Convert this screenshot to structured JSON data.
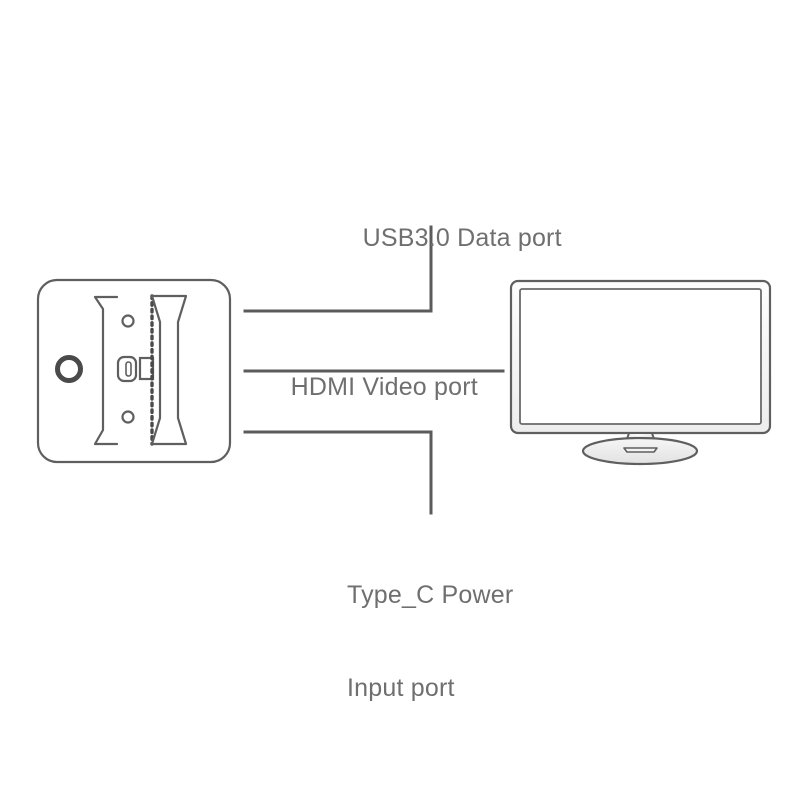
{
  "diagram": {
    "title": "Docking station port callout diagram",
    "background_color": "#ffffff",
    "line_color": "#5b5b5b",
    "text_color": "#6f6f6f",
    "device": {
      "name": "docking-station",
      "shape": "rounded-square",
      "features": [
        "power-button-ring",
        "left-bracket",
        "upper-screw-hole",
        "lower-screw-hole",
        "usb-c-port-slot",
        "small-square-connector",
        "dotted-seam",
        "hourglass-panel"
      ]
    },
    "monitor": {
      "name": "external-monitor",
      "shape": "widescreen-display-with-stand",
      "parts": [
        "bezel",
        "screen",
        "neck",
        "base"
      ]
    },
    "callouts": [
      {
        "id": "usb",
        "label": "USB3.0 Data port",
        "label_line1": "USB3.0 Data port",
        "label_line2": "",
        "leader": "elbow-up"
      },
      {
        "id": "hdmi",
        "label": "HDMI Video port",
        "label_line1": "HDMI Video port",
        "label_line2": "",
        "leader": "straight"
      },
      {
        "id": "typec",
        "label": "Type_C Power Input port",
        "label_line1": "Type_C Power",
        "label_line2": "Input port",
        "leader": "elbow-down"
      }
    ]
  }
}
